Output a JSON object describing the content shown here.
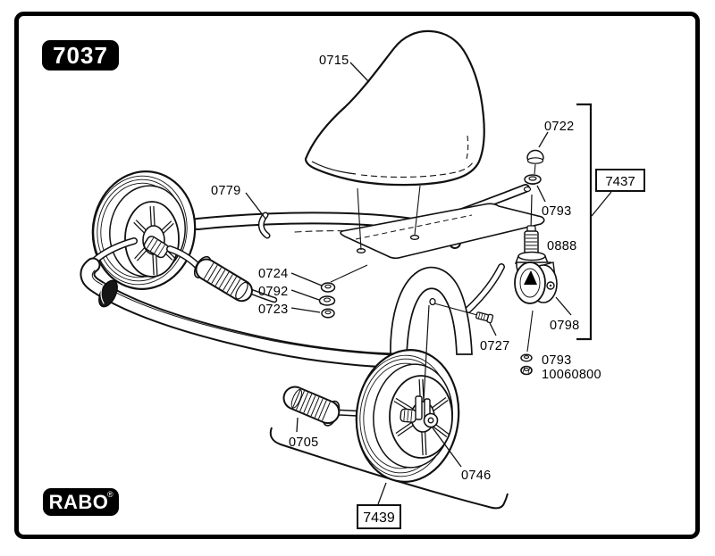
{
  "document": {
    "type": "exploded-parts-diagram",
    "model_badge": "7037",
    "brand": {
      "name": "RABO",
      "registered_mark": "®"
    }
  },
  "assembly_boxes": {
    "caster_assembly": "7437",
    "wheel_assembly": "7439"
  },
  "part_labels": {
    "seat": "0715",
    "frame": "0779",
    "cap_nut": "0722",
    "washer_top": "0793",
    "caster_stem": "0888",
    "caster_wheel": "0798",
    "nut_upper": "0724",
    "washer_mid": "0792",
    "nut_lower": "0723",
    "axle_screw": "0727",
    "washer_bottom": "0793",
    "locknut": "10060800",
    "pedal": "0705",
    "wheel_hub": "0746"
  },
  "colors": {
    "line": "#000000",
    "background": "#ffffff",
    "badge_background": "#000000",
    "badge_text": "#ffffff"
  }
}
